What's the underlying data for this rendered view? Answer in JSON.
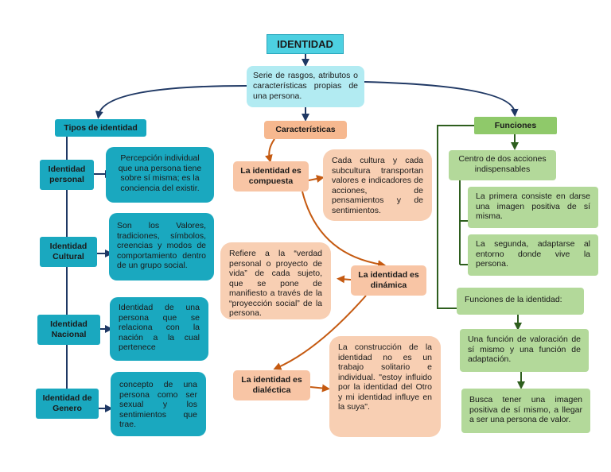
{
  "title": "IDENTIDAD",
  "definition": "Serie de rasgos, atributos o características propias de una persona.",
  "tipos": {
    "header": "Tipos de identidad",
    "items": [
      {
        "label": "Identidad personal",
        "text": "Percepción individual que una persona tiene sobre sí misma; es la conciencia del existir."
      },
      {
        "label": "Identidad Cultural",
        "text": "Son los Valores, tradiciones, símbolos, creencias y modos de comportamiento dentro de un grupo social."
      },
      {
        "label": "Identidad Nacional",
        "text": "Identidad de una persona que se relaciona con la nación a la cual pertenece"
      },
      {
        "label": "Identidad de Genero",
        "text": "concepto de una persona como ser sexual y los sentimientos que trae."
      }
    ]
  },
  "caracteristicas": {
    "header": "Características",
    "items": [
      {
        "label": "La identidad es compuesta",
        "text": "Cada cultura y cada subcultura transportan valores e indicadores de acciones, de pensamientos y de sentimientos."
      },
      {
        "label": "La identidad es dinámica",
        "text": "Refiere a la “verdad personal o proyecto de vida” de cada sujeto, que se pone de manifiesto a través de la “proyección social” de la persona."
      },
      {
        "label": "La identidad es dialéctica",
        "text": "La construcción de la identidad no es un trabajo solitario e individual. \"estoy influido por la identidad del Otro y mi identidad influye en la suya\"."
      }
    ]
  },
  "funciones": {
    "header": "Funciones",
    "centro": "Centro de dos acciones indispensables",
    "acciones": [
      "La primera consiste en darse una imagen positiva de sí misma.",
      "La segunda, adaptarse al entorno donde vive la persona."
    ],
    "funciones_label": "Funciones de la identidad:",
    "valoracion": "Una función de valoración de sí mismo y una función de adaptación.",
    "busca": "Busca tener una imagen positiva de sí mismo, a llegar a ser una persona de valor."
  },
  "colors": {
    "navy_arrow": "#1f3864",
    "orange_arrow": "#c55a11",
    "green_line": "#2e5e1e",
    "teal": "#1aa8bf",
    "orange": "#f8c5a5",
    "green": "#b3d99a"
  }
}
